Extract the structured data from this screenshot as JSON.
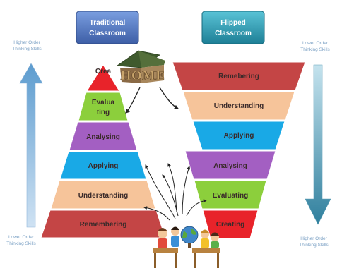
{
  "headers": {
    "traditional": [
      "Traditional",
      "Classroom"
    ],
    "flipped": [
      "Flipped",
      "Classroom"
    ]
  },
  "side_labels": {
    "left_top": [
      "Higher Order",
      "Thinking Skills"
    ],
    "left_bottom": [
      "Lower Order",
      "Thinking Skills"
    ],
    "right_top": [
      "Lower Order",
      "Thinking Skills"
    ],
    "right_bottom": [
      "Higher Order",
      "Thinking Skills"
    ]
  },
  "home_sign": "HOME",
  "traditional_levels": [
    {
      "label": "Crea",
      "color": "#e8232a"
    },
    {
      "label": "Evalua ting",
      "color": "#8ccf3c"
    },
    {
      "label": "Analysing",
      "color": "#a35fc2"
    },
    {
      "label": "Applying",
      "color": "#19a9e6"
    },
    {
      "label": "Understanding",
      "color": "#f6c49a"
    },
    {
      "label": "Remembering",
      "color": "#c44545"
    }
  ],
  "flipped_levels": [
    {
      "label": "Remebering",
      "color": "#c44545"
    },
    {
      "label": "Understanding",
      "color": "#f6c49a"
    },
    {
      "label": "Applying",
      "color": "#19a9e6"
    },
    {
      "label": "Analysing",
      "color": "#a35fc2"
    },
    {
      "label": "Evaluating",
      "color": "#8ccf3c"
    },
    {
      "label": "Creating",
      "color": "#e8232a"
    }
  ],
  "colors": {
    "header_trad": "#4a6fb5",
    "header_flip": "#2a9bb0",
    "arrow_left": "#6aa3cf",
    "arrow_right": "#3a8aa6",
    "side_text": "#7aa0c4"
  },
  "icons": [
    "house-icon",
    "students-with-globe-icon"
  ]
}
